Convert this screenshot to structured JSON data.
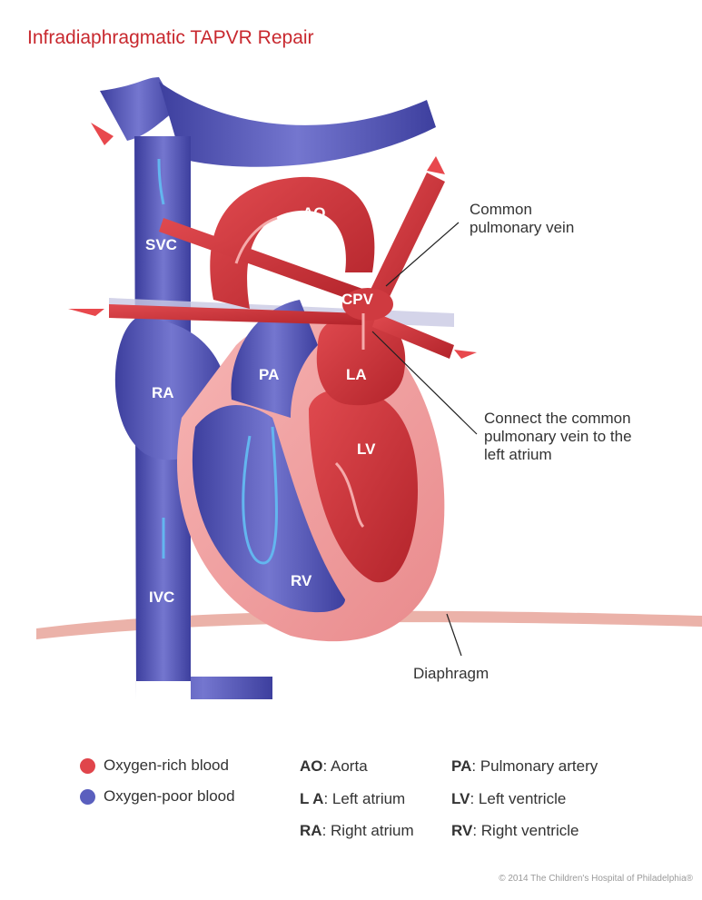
{
  "title": "Infradiaphragmatic TAPVR Repair",
  "labels": {
    "ao": "AO",
    "svc": "SVC",
    "cpv": "CPV",
    "pa": "PA",
    "la": "LA",
    "ra": "RA",
    "lv": "LV",
    "rv": "RV",
    "ivc": "IVC"
  },
  "callouts": {
    "common_pv_line1": "Common",
    "common_pv_line2": "pulmonary vein",
    "connect_line1": "Connect the common",
    "connect_line2": "pulmonary vein to the",
    "connect_line3": "left atrium",
    "diaphragm": "Diaphragm"
  },
  "legend": {
    "rich": {
      "label": "Oxygen-rich blood",
      "color": "#e0454b"
    },
    "poor": {
      "label": "Oxygen-poor blood",
      "color": "#5a5fbe"
    }
  },
  "abbreviations": [
    {
      "key": "AO",
      "sep": ": ",
      "text": "Aorta"
    },
    {
      "key": "L A",
      "sep": ": ",
      "text": "Left atrium"
    },
    {
      "key": "RA",
      "sep": ": ",
      "text": "Right atrium"
    },
    {
      "key": "PA",
      "sep": ": ",
      "text": "Pulmonary artery"
    },
    {
      "key": "LV",
      "sep": ": ",
      "text": "Left ventricle"
    },
    {
      "key": "RV",
      "sep": ": ",
      "text": "Right ventricle"
    }
  ],
  "copyright": "© 2014 The Children's Hospital of Philadelphia®"
}
